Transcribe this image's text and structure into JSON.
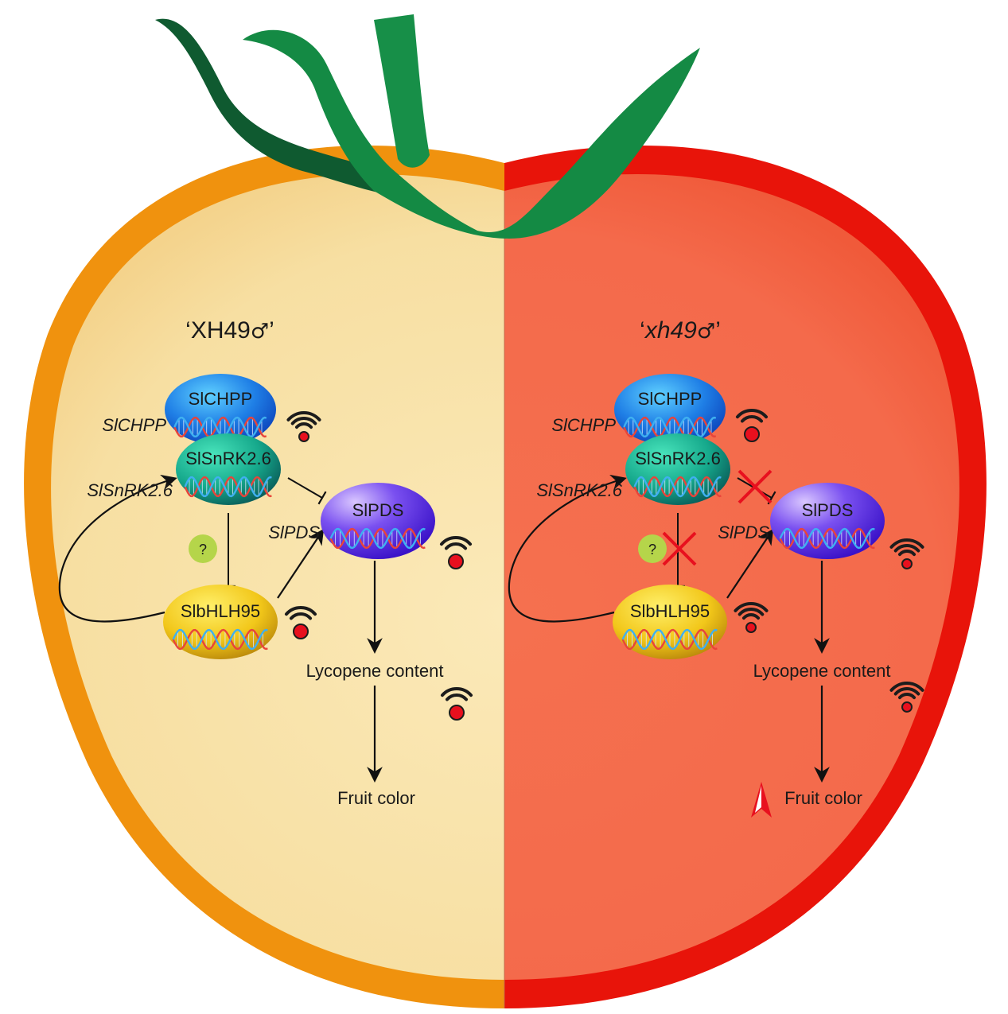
{
  "figure": {
    "description": "Model of SlCHPP-SlSnRK2.6-SlbHLH95-SlPDS regulation of lycopene content and fruit color in tomato",
    "colors": {
      "left_skin": "#f0920e",
      "left_flesh": "#f8e2a8",
      "right_skin": "#e8140a",
      "right_flesh": "#f56d50",
      "stem_dark": "#0f5a30",
      "stem": "#148a44",
      "chpp_protein": "#2a8ee8",
      "snrk_protein": "#1db896",
      "pds_protein": "#6a3ae6",
      "bhlh_protein": "#f2c71a",
      "question_badge": "#b5d54a",
      "signal_dot": "#e8101e",
      "block_cross": "#e8101e"
    }
  },
  "panels": [
    {
      "id": "left",
      "title_quote_open": "‘",
      "title": "XH49",
      "title_symbol": "♂",
      "title_quote_close": "’",
      "title_italic": false,
      "nodes": {
        "chpp": {
          "protein": "SlCHPP",
          "gene": "SlCHPP",
          "signal": "strong"
        },
        "snrk": {
          "protein": "SlSnRK2.6",
          "gene": "SlSnRK2.6"
        },
        "pds": {
          "protein": "SlPDS",
          "gene": "SlPDS",
          "signal": "weak"
        },
        "bhlh": {
          "protein": "SlbHLH95",
          "signal": "weak"
        },
        "unknown": {
          "label": "?"
        }
      },
      "outputs": {
        "lycopene": {
          "label": "Lycopene content",
          "signal": "weak"
        },
        "color": {
          "label": "Fruit color",
          "marker": null
        }
      },
      "edges": [
        {
          "from": "snrk",
          "to": "pds",
          "type": "inhibit",
          "blocked": false
        },
        {
          "from": "snrk",
          "to": "bhlh",
          "type": "inhibit",
          "blocked": false
        },
        {
          "from": "bhlh",
          "to": "snrk",
          "type": "activate",
          "blocked": false
        },
        {
          "from": "bhlh",
          "to": "pds",
          "type": "activate",
          "blocked": false
        },
        {
          "from": "pds",
          "to": "lycopene",
          "type": "activate",
          "blocked": false
        },
        {
          "from": "lycopene",
          "to": "color",
          "type": "activate",
          "blocked": false
        }
      ]
    },
    {
      "id": "right",
      "title_quote_open": "‘",
      "title": "xh49",
      "title_symbol": "♂",
      "title_quote_close": "’",
      "title_italic": true,
      "nodes": {
        "chpp": {
          "protein": "SlCHPP",
          "gene": "SlCHPP",
          "signal": "weak"
        },
        "snrk": {
          "protein": "SlSnRK2.6",
          "gene": "SlSnRK2.6"
        },
        "pds": {
          "protein": "SlPDS",
          "gene": "SlPDS",
          "signal": "strong"
        },
        "bhlh": {
          "protein": "SlbHLH95",
          "signal": "strong"
        },
        "unknown": {
          "label": "?"
        }
      },
      "outputs": {
        "lycopene": {
          "label": "Lycopene content",
          "signal": "strong"
        },
        "color": {
          "label": "Fruit color",
          "marker": "red-arrow-up"
        }
      },
      "edges": [
        {
          "from": "snrk",
          "to": "pds",
          "type": "inhibit",
          "blocked": true
        },
        {
          "from": "snrk",
          "to": "bhlh",
          "type": "inhibit",
          "blocked": true
        },
        {
          "from": "bhlh",
          "to": "snrk",
          "type": "activate",
          "blocked": false
        },
        {
          "from": "bhlh",
          "to": "pds",
          "type": "activate",
          "blocked": false
        },
        {
          "from": "pds",
          "to": "lycopene",
          "type": "activate",
          "blocked": false
        },
        {
          "from": "lycopene",
          "to": "color",
          "type": "activate",
          "blocked": false
        }
      ]
    }
  ]
}
